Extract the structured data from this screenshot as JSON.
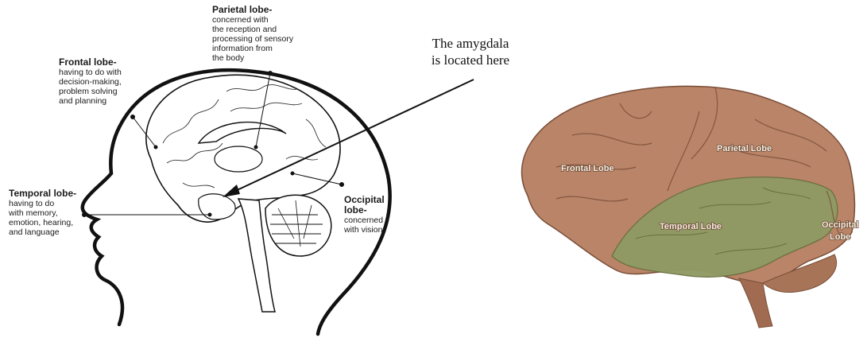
{
  "sagittal": {
    "parietal": {
      "title": "Parietal lobe-",
      "lines": [
        "concerned with",
        "the reception and",
        "processing of sensory",
        "information from",
        "the body"
      ]
    },
    "frontal": {
      "title": "Frontal lobe-",
      "lines": [
        "having to do with",
        "decision-making,",
        "problem solving",
        "and planning"
      ]
    },
    "temporal": {
      "title": "Temporal lobe-",
      "lines": [
        "having to do",
        "with memory,",
        "emotion, hearing,",
        "and language"
      ]
    },
    "occipital": {
      "title_lines": [
        "Occipital",
        "lobe-"
      ],
      "lines": [
        "concerned",
        "with vision"
      ]
    }
  },
  "amygdala_callout": {
    "lines": [
      "The amygdala",
      "is located here"
    ]
  },
  "lateral": {
    "frontal": "Frontal Lobe",
    "parietal": "Parietal Lobe",
    "temporal": "Temporal Lobe",
    "occipital_lines": [
      "Occipital",
      "Lobe"
    ]
  },
  "colors": {
    "outline": "#111111",
    "brain_tan": "#b98468",
    "brain_dark": "#8a5a42",
    "temporal_green": "#8f9a63"
  }
}
